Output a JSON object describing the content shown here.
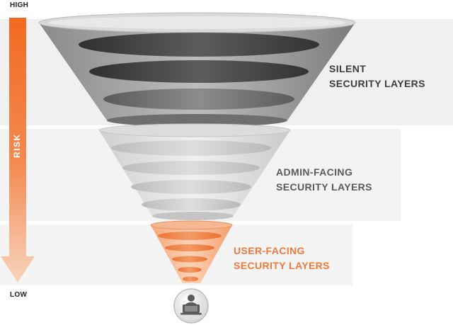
{
  "axis": {
    "high_label": "HIGH",
    "low_label": "LOW",
    "risk_label": "RISK"
  },
  "layers": {
    "silent": {
      "line1": "SILENT",
      "line2": "SECURITY LAYERS"
    },
    "admin": {
      "line1": "ADMIN-FACING",
      "line2": "SECURITY LAYERS"
    },
    "user": {
      "line1": "USER-FACING",
      "line2": "SECURITY LAYERS"
    }
  },
  "colors": {
    "accent_orange": "#f26a21",
    "dark_layer": "#4a4a4a",
    "light_layer": "#c8c8c8",
    "user_layer": "#f0884e"
  },
  "icons": {
    "user": "user-laptop-icon"
  }
}
